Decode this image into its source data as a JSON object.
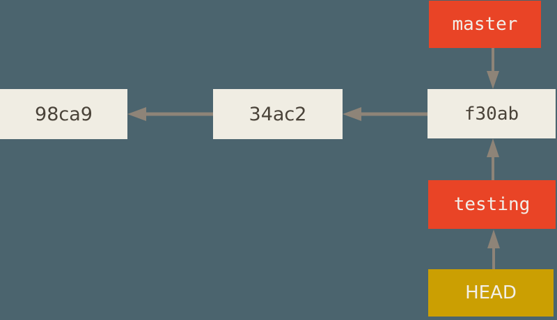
{
  "diagram": {
    "background": "#4b646e",
    "colors": {
      "commit_box": "#f0ede3",
      "commit_text": "#4a4339",
      "branch_box": "#e94426",
      "head_box": "#cb9f02",
      "label_text": "#f2efe9",
      "arrow": "#8e8478"
    },
    "commits": [
      {
        "id": "98ca9"
      },
      {
        "id": "34ac2"
      },
      {
        "id": "f30ab"
      }
    ],
    "refs": {
      "master": {
        "label": "master",
        "points_to": "f30ab"
      },
      "testing": {
        "label": "testing",
        "points_to": "f30ab"
      },
      "head": {
        "label": "HEAD",
        "points_to": "testing"
      }
    },
    "edges": [
      {
        "from": "34ac2",
        "to": "98ca9"
      },
      {
        "from": "f30ab",
        "to": "34ac2"
      },
      {
        "from": "master",
        "to": "f30ab"
      },
      {
        "from": "testing",
        "to": "f30ab"
      },
      {
        "from": "HEAD",
        "to": "testing"
      }
    ]
  }
}
